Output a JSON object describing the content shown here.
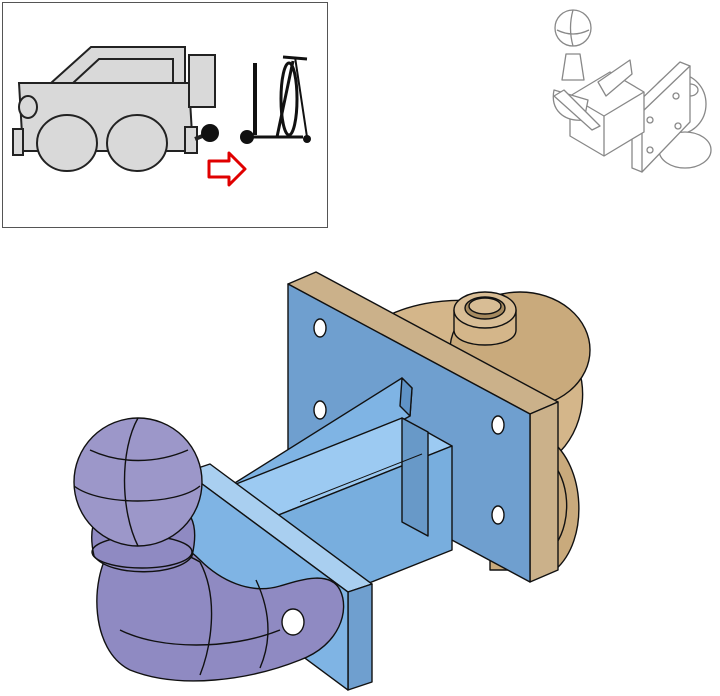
{
  "figure": {
    "inset_panel": {
      "illustration": [
        "car-icon",
        "tow-ball-icon",
        "kick-scooter-icon",
        "arrow-right-icon"
      ],
      "colors": {
        "car_fill": "#d9d9d9",
        "outline": "#222222",
        "arrow": "#e00000"
      }
    },
    "thumbnail": {
      "illustration": "tow-hitch-line-drawing",
      "colors": {
        "stroke": "#888888",
        "fill": "#ffffff"
      }
    },
    "main_render": {
      "illustration": "tow-hitch-3d-render",
      "parts": [
        "tow-ball",
        "ball-mount-bracket",
        "square-drawbar",
        "gusset-rib",
        "mounting-plate",
        "mounting-hole",
        "rear-tube-fitting"
      ],
      "colors": {
        "ball": "#9c97c9",
        "drawbar": "#78aede",
        "plate": "#6f9fcf",
        "fitting": "#d4b68a",
        "outline": "#111111"
      }
    }
  }
}
